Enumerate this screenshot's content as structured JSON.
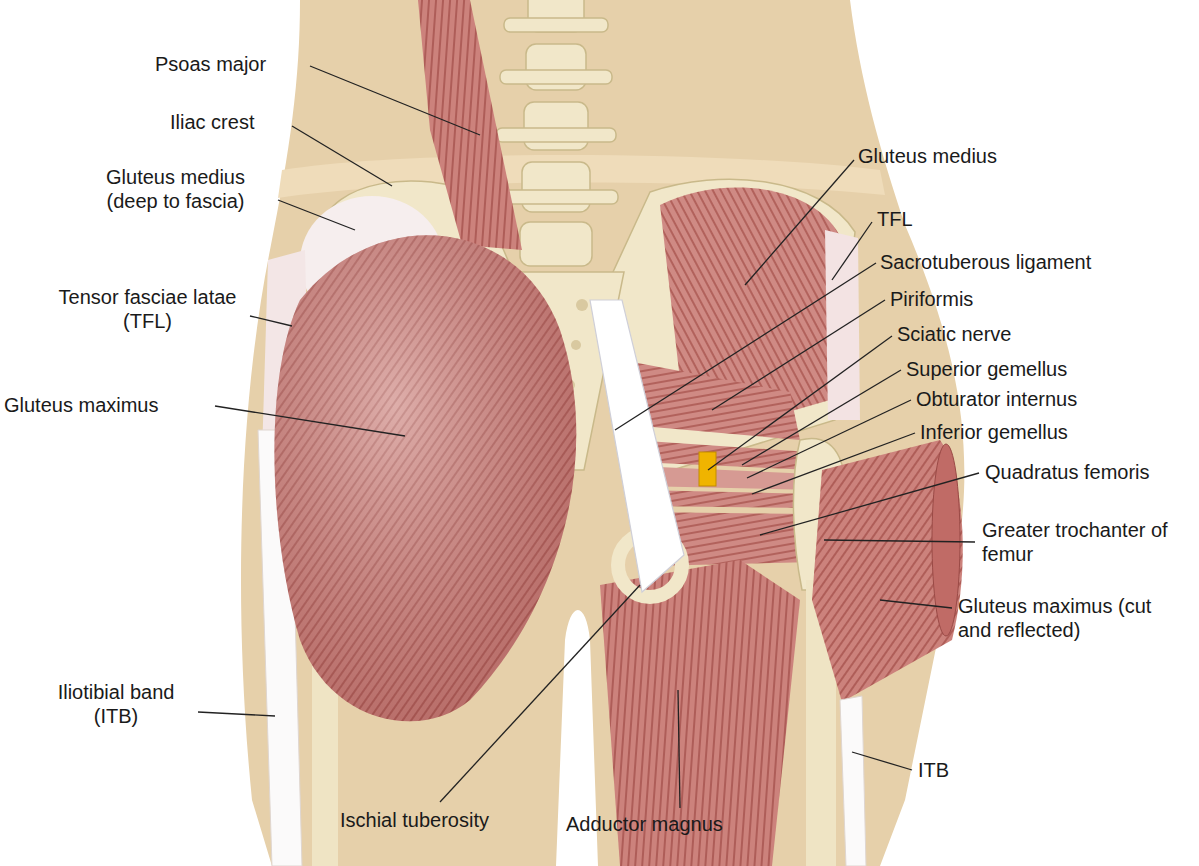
{
  "diagram": {
    "labels": [
      "Psoas major",
      "Iliac crest",
      "Gluteus medius (deep to fascia)",
      "Tensor fasciae latae (TFL)",
      "Gluteus maximus",
      "Iliotibial band (ITB)",
      "Gluteus medius",
      "TFL",
      "Sacrotuberous ligament",
      "Piriformis",
      "Sciatic nerve",
      "Superior gemellus",
      "Obturator internus",
      "Inferior gemellus",
      "Quadratus femoris",
      "Greater trochanter of femur",
      "Gluteus maximus (cut and reflected)",
      "ITB",
      "Ischial tuberosity",
      "Adductor magnus"
    ]
  }
}
